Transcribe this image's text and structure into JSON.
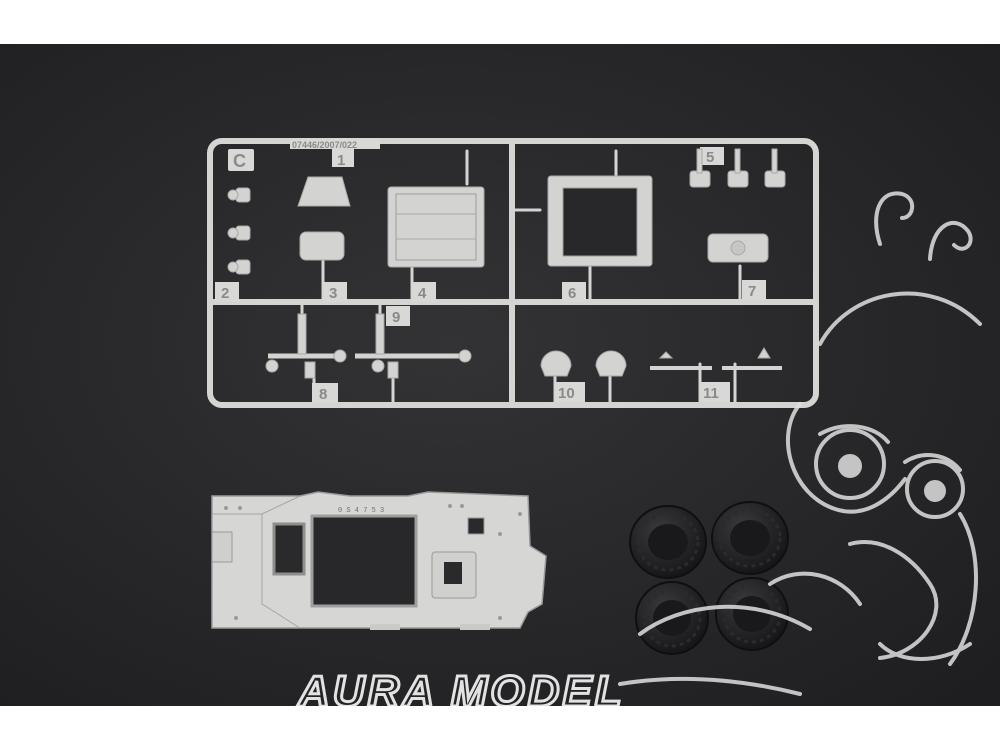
{
  "sprue": {
    "letter": "C",
    "code": "07446/2007/022",
    "part_numbers": [
      "1",
      "2",
      "3",
      "4",
      "5",
      "6",
      "7",
      "8",
      "9",
      "10",
      "11"
    ]
  },
  "body_panel_text": "0 S 4 7 5 3",
  "watermark": {
    "text": "AURA MODEL"
  },
  "colors": {
    "background": "#2a2a2c",
    "plastic": "#d3d3d1",
    "tire": "#1f1f21",
    "watermark": "#e0e0e0"
  }
}
